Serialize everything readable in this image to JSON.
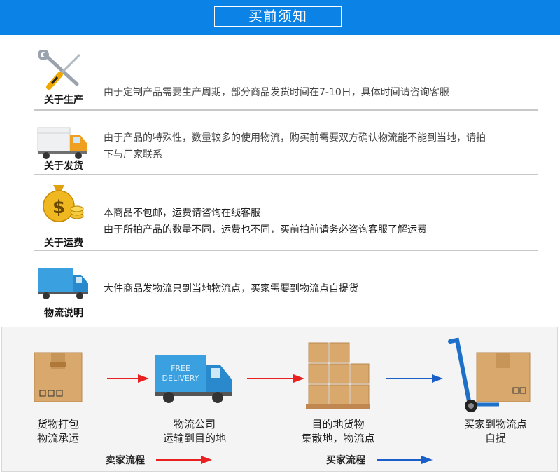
{
  "header": {
    "title": "买前须知"
  },
  "sections": [
    {
      "label": "关于生产",
      "icon": "tools-icon",
      "lines": [
        "由于定制产品需要生产周期，部分商品发货时间在7-10日，具体时间请咨询客服"
      ]
    },
    {
      "label": "关于发货",
      "icon": "delivery-truck-icon",
      "lines": [
        "由于产品的特殊性，数量较多的使用物流，购买前需要双方确认物流能不能到当地，请拍",
        "下与厂家联系"
      ]
    },
    {
      "label": "关于运费",
      "icon": "money-bag-icon",
      "lines": [
        "本商品不包邮，运费请咨询在线客服",
        "由于所拍产品的数量不同，运费也不同，买前拍前请务必咨询客服了解运费"
      ]
    },
    {
      "label": "物流说明",
      "icon": "logistics-truck-icon",
      "lines": [
        "大件商品发物流只到当地物流点，买家需要到物流点自提货"
      ]
    }
  ],
  "flow": {
    "steps": [
      {
        "caption": [
          "货物打包",
          "物流承运"
        ],
        "icon": "package-box-icon"
      },
      {
        "caption": [
          "物流公司",
          "运输到目的地"
        ],
        "icon": "free-delivery-truck-icon",
        "truck_text": [
          "FREE",
          "DELIVERY"
        ]
      },
      {
        "caption": [
          "目的地货物",
          "集散地，物流点"
        ],
        "icon": "stacked-boxes-icon"
      },
      {
        "caption": [
          "买家到物流点",
          "自提"
        ],
        "icon": "hand-truck-icon"
      }
    ],
    "legend": [
      {
        "label": "卖家流程",
        "color": "#e82020"
      },
      {
        "label": "买家流程",
        "color": "#1a5fc8"
      }
    ]
  },
  "colors": {
    "header": "#0a82e6",
    "seller_arrow": "#e82020",
    "buyer_arrow": "#1a5fc8"
  }
}
